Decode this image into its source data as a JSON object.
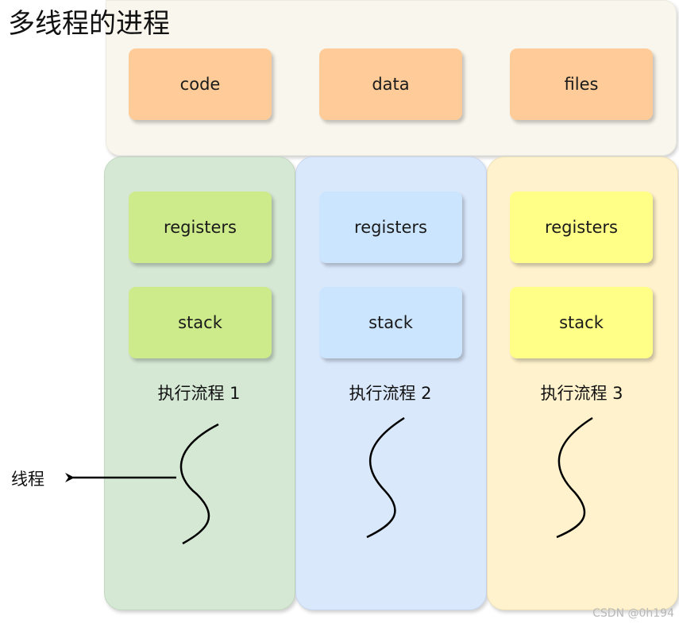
{
  "title": "多线程的进程",
  "shared_resources": [
    "code",
    "data",
    "files"
  ],
  "threads": [
    {
      "registers": "registers",
      "stack": "stack",
      "flow_label": "执行流程 1",
      "color": "#d5e8d4",
      "box_color": "#cdeb8b"
    },
    {
      "registers": "registers",
      "stack": "stack",
      "flow_label": "执行流程 2",
      "color": "#dae8fc",
      "box_color": "#cce5ff"
    },
    {
      "registers": "registers",
      "stack": "stack",
      "flow_label": "执行流程 3",
      "color": "#fff2cc",
      "box_color": "#ffff88"
    }
  ],
  "thread_label": "线程",
  "watermark": "CSDN @0h194",
  "colors": {
    "process_background": "#f9f7ed",
    "shared_box": "#ffcc99"
  }
}
